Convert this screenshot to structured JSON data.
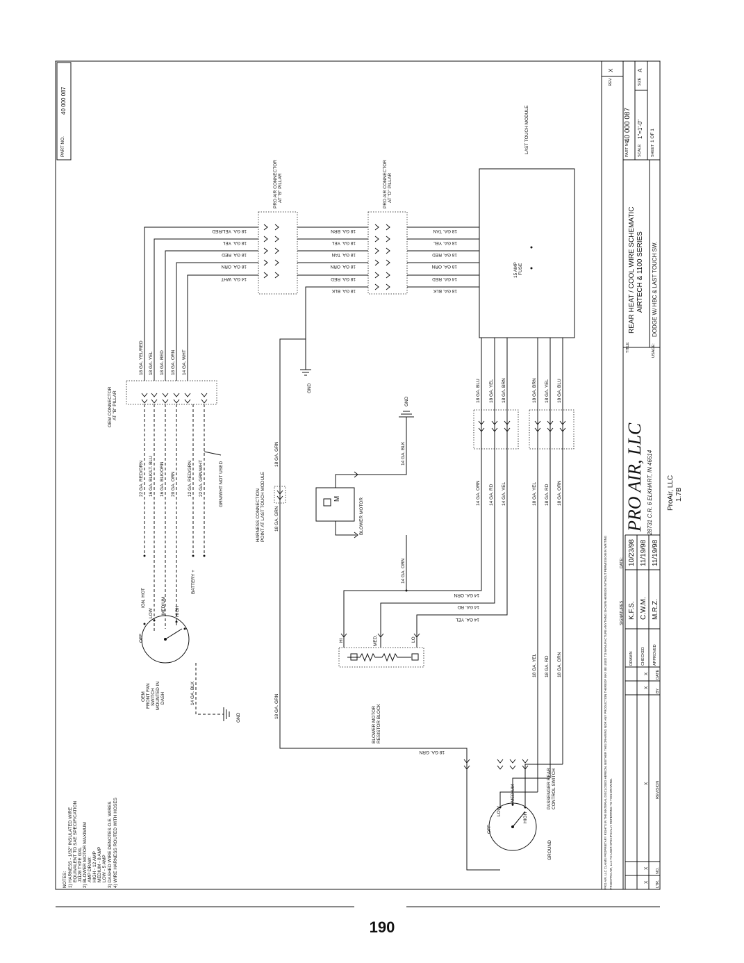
{
  "page_number": "190",
  "part_no_label": "PART NO.",
  "part_no": "40 000 087",
  "notes": [
    "NOTES:",
    "1) HARNESS - 1/32\" INSULATED WIRE",
    "EQUIVALENT TO SAE SPECIFICATION",
    "J1128 TYPE GXL",
    "2) BLOWER MOTOR MAXIMUM",
    "AMP DRAW:",
    "HIGH - 12 AMP",
    "MEDIUM - 8 AMP",
    "LOW - 5 AMP",
    "3) DASHED WIRE DENOTES O.E. WIRES",
    "4) WIRE HARNESS ROUTED WITH HOSES"
  ],
  "components": {
    "pillar_conn_1": [
      "PRO AIR CONNECTOR",
      "AT \"B\" PILLAR"
    ],
    "pillar_conn_2": [
      "PRO AIR CONNECTOR",
      "AT \"D\" PILLAR"
    ],
    "last_touch_module": "LAST TOUCH MODULE",
    "fuse": [
      "15 AMP",
      "FUSE"
    ],
    "oem_connector": [
      "OEM CONNECTOR",
      "AT \"B\" PILLAR"
    ],
    "harness_connection": [
      "HARNESS CONNECTION",
      "POINT AT LAST TOUCH MODULE"
    ],
    "blower_motor": "BLOWER MOTOR",
    "motor_symbol": "M",
    "resistor_block": [
      "BLOWER MOTOR",
      "RESISTOR BLOCK"
    ],
    "oem_switch": [
      "OEM",
      "FRONT FAN",
      "SWITCH",
      "MOUNTED IN",
      "DASH"
    ],
    "passenger_switch": [
      "PASSENGER REAR",
      "CONTROL SWITCH"
    ],
    "switch_positions": [
      "OFF",
      "LOW",
      "MEDIUM",
      "HIGH"
    ],
    "ign_hot": "IGN. HOT",
    "battery": "BATTERY +",
    "gnd": "GND",
    "ground": "GROUND",
    "res_hi": "HI",
    "res_med": "MED.",
    "res_lo": "LO",
    "grn_wht_not_used": "GRN/WHT NOT USED"
  },
  "wires": {
    "top_left": [
      "18 GA. YEL/RED",
      "18 GA. YEL",
      "18 GA. RED",
      "18 GA. ORN",
      "14 GA. WHT"
    ],
    "top_mid": [
      "18 GA. BRN",
      "18 GA. YEL",
      "18 GA. TAN",
      "18 GA. ORN",
      "18 GA. RED",
      "18 GA. BLK"
    ],
    "top_right": [
      "18 GA. TAN",
      "18 GA. YEL",
      "18 GA. RED",
      "18 GA. ORN",
      "14 GA. RED",
      "18 GA. BLK"
    ],
    "oem_vertical": [
      "18 GA. YEL/RED",
      "18 GA. YEL",
      "18 GA. RED",
      "18 GA. ORN",
      "14 GA. WHT"
    ],
    "oem_lower": [
      "22 GA. RED/ORN",
      "16 GA. BLK/LT. BLU",
      "16 GA. BLK/ORN",
      "20 GA. ORN",
      "12 GA. RED/GRN",
      "22 GA. GRN/WHT"
    ],
    "oem_gnd": "14 GA. BLK",
    "harness_grn": [
      "18 GA. GRN",
      "18 GA. GRN",
      "18 GA. GRN",
      "18 GA. GRN"
    ],
    "motor_blk": "14 GA. BLK",
    "motor_orn": "14 GA. ORN",
    "module_left": [
      "18 GA. BLU",
      "18 GA. YEL",
      "18 GA. BRN"
    ],
    "module_right": [
      "18 GA. BRN",
      "18 GA. YEL",
      "18 GA. BLU"
    ],
    "mid_left": [
      "14 GA. ORN",
      "14 GA. RD",
      "14 GA. YEL"
    ],
    "mid_right": [
      "18 GA. YEL",
      "18 GA. RD",
      "18 GA. ORN"
    ],
    "res_feeds": [
      "14 GA. ORN",
      "14 GA. RD",
      "14 GA. YEL"
    ],
    "lower_right": [
      "18 GA. YEL",
      "18 GA. RD",
      "18 GA. ORN"
    ]
  },
  "title_block": {
    "company": "PRO AIR, LLC",
    "address": "28731 C.R. 6   ELKHART, IN 46514",
    "title_label": "TITLE:",
    "title_line1": "REAR HEAT / COOL WIRE SCHEMATIC",
    "title_line2": "AIRTECH & 1100 SERIES",
    "usage_label": "USAGE:",
    "usage": "DODGE W/ HBC & LAST TOUCH SW.",
    "part_no_label": "PART NO.",
    "part_no": "40 000 087",
    "scale_label": "SCALE:",
    "scale": "1\"=1'-0\"",
    "size_label": "SIZE",
    "size": "A",
    "sheet_label": "SHEET",
    "sheet": "1  OF  1",
    "rev_label": "REV.",
    "rev": "X",
    "signatures_label": "SIGNATURES",
    "date_label": "DATE:",
    "signatures": [
      {
        "role": "DRAWN",
        "name": "K.F.S.",
        "date": "10/23/98"
      },
      {
        "role": "CHECKED",
        "name": "C.W.M.",
        "date": "11/19/98"
      },
      {
        "role": "APPROVED",
        "name": "M.R.Z.",
        "date": "11/19/98"
      }
    ],
    "rev_cols": [
      "LTR.",
      "NO.",
      "REVISION",
      "BY",
      "DATE"
    ],
    "rev_values": [
      "X",
      "X",
      "X",
      "X",
      "X"
    ],
    "proprietary": [
      "PRO AIR, LLC CLAIMS PROPRIETARY RIGHTS IN THE MATERIAL DISCLOSED HEREON, NEITHER THIS DRAWING NOR ANY PRODUCTION THEREOF MAY BE USED TO MANUFACTURE ANYTHING SHOWN HEREON WITHOUT PERMISSION IN WRITING",
      "FROM PRO AIR, LLC TO USER SPECIFICALLY REFERRING TO THIS DRAWING."
    ],
    "side_note": [
      "ProAir, LLC",
      "1.7B"
    ]
  }
}
